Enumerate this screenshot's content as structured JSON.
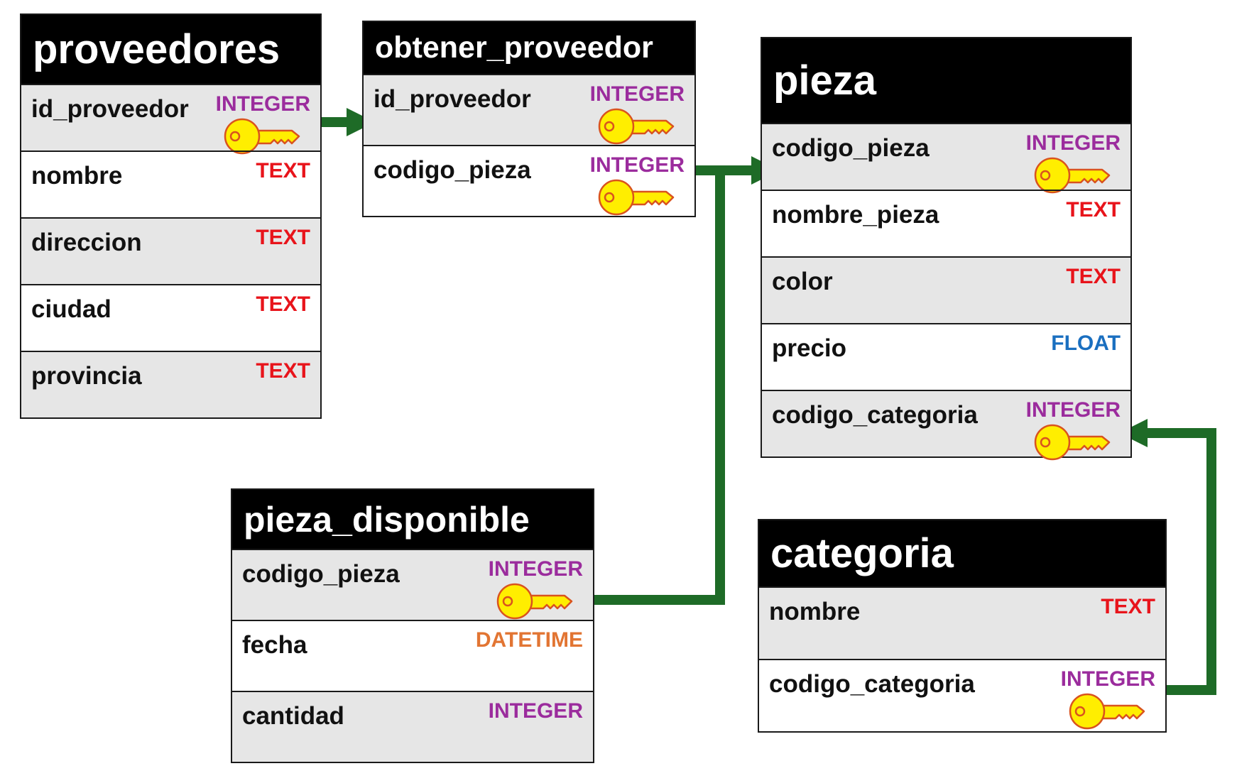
{
  "colors": {
    "header_bg": "#000000",
    "row_alt_bg": "#e6e6e6",
    "connector": "#1e6b27",
    "key_fill": "#ffee00",
    "key_stroke": "#d9531e",
    "integer": "#9b2c9d",
    "text": "#e8141b",
    "float": "#1a6fc0",
    "datetime": "#e27533"
  },
  "tables": {
    "proveedores": {
      "title": "proveedores",
      "rows": [
        {
          "name": "id_proveedor",
          "type": "INTEGER",
          "key": true
        },
        {
          "name": "nombre",
          "type": "TEXT",
          "key": false
        },
        {
          "name": "direccion",
          "type": "TEXT",
          "key": false
        },
        {
          "name": "ciudad",
          "type": "TEXT",
          "key": false
        },
        {
          "name": "provincia",
          "type": "TEXT",
          "key": false
        }
      ]
    },
    "obtener_proveedor": {
      "title": "obtener_proveedor",
      "rows": [
        {
          "name": "id_proveedor",
          "type": "INTEGER",
          "key": true
        },
        {
          "name": "codigo_pieza",
          "type": "INTEGER",
          "key": true
        }
      ]
    },
    "pieza": {
      "title": "pieza",
      "rows": [
        {
          "name": "codigo_pieza",
          "type": "INTEGER",
          "key": true
        },
        {
          "name": "nombre_pieza",
          "type": "TEXT",
          "key": false
        },
        {
          "name": "color",
          "type": "TEXT",
          "key": false
        },
        {
          "name": "precio",
          "type": "FLOAT",
          "key": false
        },
        {
          "name": "codigo_categoria",
          "type": "INTEGER",
          "key": true
        }
      ]
    },
    "pieza_disponible": {
      "title": "pieza_disponible",
      "rows": [
        {
          "name": "codigo_pieza",
          "type": "INTEGER",
          "key": true
        },
        {
          "name": "fecha",
          "type": "DATETIME",
          "key": false
        },
        {
          "name": "cantidad",
          "type": "INTEGER",
          "key": false
        }
      ]
    },
    "categoria": {
      "title": "categoria",
      "rows": [
        {
          "name": "nombre",
          "type": "TEXT",
          "key": false
        },
        {
          "name": "codigo_categoria",
          "type": "INTEGER",
          "key": true
        }
      ]
    }
  },
  "relations": [
    {
      "from": "proveedores.id_proveedor",
      "to": "obtener_proveedor.id_proveedor"
    },
    {
      "from": "obtener_proveedor.codigo_pieza",
      "to": "pieza.codigo_pieza"
    },
    {
      "from": "pieza_disponible.codigo_pieza",
      "to": "pieza.codigo_pieza"
    },
    {
      "from": "categoria.codigo_categoria",
      "to": "pieza.codigo_categoria"
    }
  ]
}
